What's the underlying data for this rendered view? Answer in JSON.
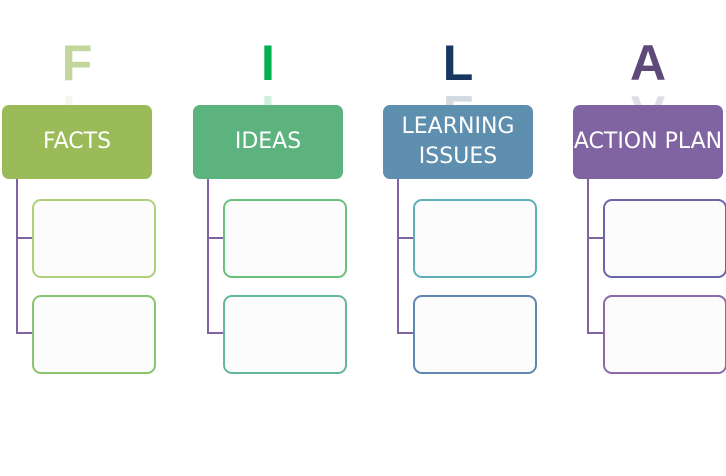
{
  "columns": [
    {
      "letter": "F",
      "label": "FACTS",
      "letter_color": "#c3d69b",
      "header_color": "#9bbb59",
      "child_borders": [
        "#aed07a",
        "#8ac46e"
      ]
    },
    {
      "letter": "I",
      "label": "IDEAS",
      "letter_color": "#00b050",
      "header_color": "#5db37e",
      "child_borders": [
        "#6cc07e",
        "#62b89c"
      ]
    },
    {
      "letter": "L",
      "label": "LEARNING ISSUES",
      "letter_color": "#17375e",
      "header_color": "#5f8fae",
      "child_borders": [
        "#5fb0b6",
        "#5f87b0"
      ]
    },
    {
      "letter": "A",
      "label": "ACTION PLAN",
      "letter_color": "#5f497a",
      "header_color": "#8064a2",
      "child_borders": [
        "#6a66aa",
        "#8a6aaa"
      ]
    }
  ],
  "connector_color": "#8064a2"
}
